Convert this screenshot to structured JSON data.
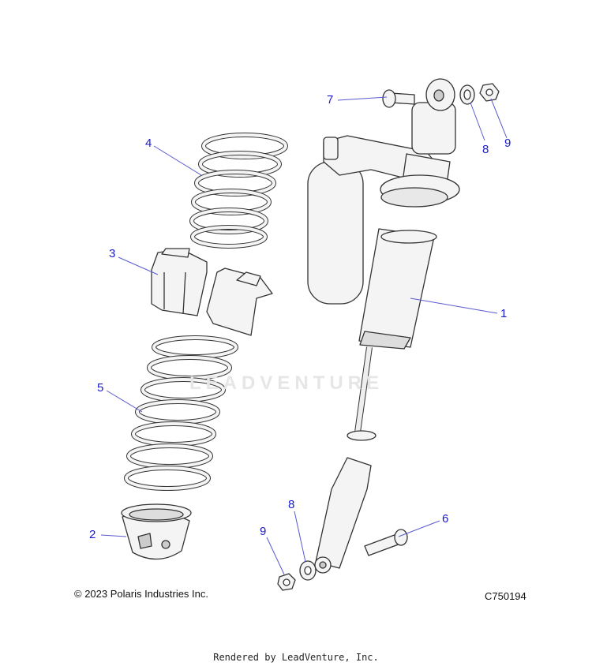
{
  "callouts": [
    {
      "id": "1",
      "label": "1",
      "part": "shock-body"
    },
    {
      "id": "2",
      "label": "2",
      "part": "spring-seat"
    },
    {
      "id": "3",
      "label": "3",
      "part": "spring-retainer"
    },
    {
      "id": "4",
      "label": "4",
      "part": "upper-spring"
    },
    {
      "id": "5",
      "label": "5",
      "part": "lower-spring"
    },
    {
      "id": "6",
      "label": "6",
      "part": "lower-bolt"
    },
    {
      "id": "7",
      "label": "7",
      "part": "upper-bolt"
    },
    {
      "id": "8a",
      "label": "8",
      "part": "upper-washer"
    },
    {
      "id": "9a",
      "label": "9",
      "part": "upper-nut"
    },
    {
      "id": "8b",
      "label": "8",
      "part": "lower-washer"
    },
    {
      "id": "9b",
      "label": "9",
      "part": "lower-nut"
    }
  ],
  "footer": {
    "copyright": "© 2023 Polaris Industries Inc.",
    "diagram_code": "C750194",
    "rendered_by": "Rendered by LeadVenture, Inc."
  },
  "watermark": "LEADVENTURE",
  "colors": {
    "callout": "#1a1acc",
    "line": "#5a5ad0",
    "outline": "#333333",
    "fill": "#f4f4f4"
  }
}
